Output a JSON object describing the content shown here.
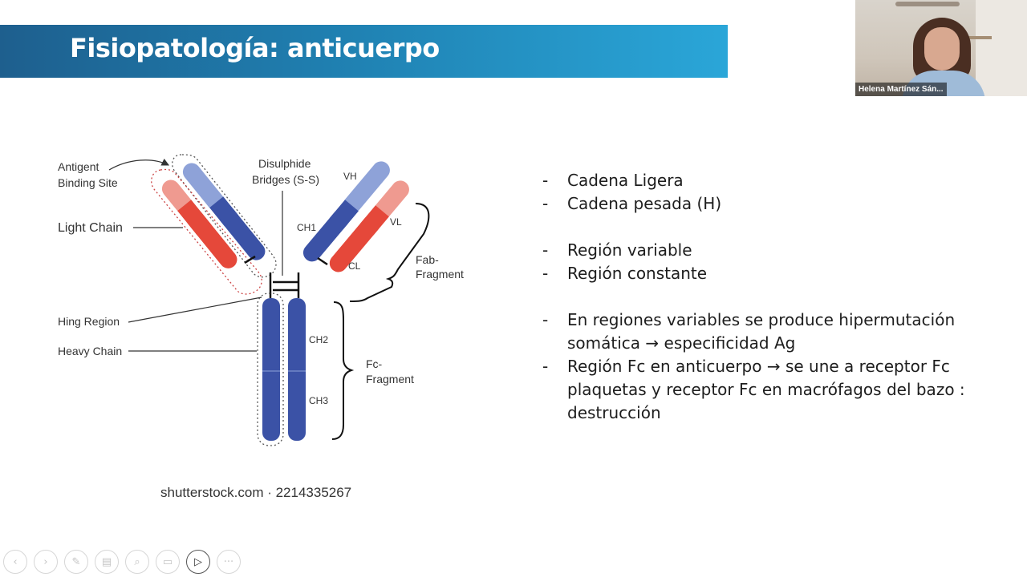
{
  "slide": {
    "title": "Fisiopatología: anticuerpo",
    "bullets": [
      {
        "text": "Cadena Ligera"
      },
      {
        "text": "Cadena pesada (H)"
      },
      {
        "text": "Región variable"
      },
      {
        "text": "Región constante"
      },
      {
        "text": "En regiones variables se produce hipermutación somática → especificidad Ag"
      },
      {
        "text": "Región Fc en anticuerpo → se une a receptor Fc plaquetas y receptor Fc en macrófagos del bazo : destrucción"
      }
    ],
    "bullet_dash": "-"
  },
  "participant": {
    "name": "Helena Martínez Sán..."
  },
  "diagram": {
    "labels": {
      "antigen_binding_site_1": "Antigent",
      "antigen_binding_site_2": "Binding Site",
      "disulphide_1": "Disulphide",
      "disulphide_2": "Bridges (S-S)",
      "light_chain": "Light Chain",
      "hinge_region": "Hing Region",
      "heavy_chain": "Heavy Chain",
      "vh": "VH",
      "vl": "VL",
      "ch1": "CH1",
      "cl": "CL",
      "ch2": "CH2",
      "ch3": "CH3",
      "fab_1": "Fab-",
      "fab_2": "Fragment",
      "fc_1": "Fc-",
      "fc_2": "Fragment",
      "watermark": "shutterstock.com · 2214335267"
    },
    "colors": {
      "heavy_dark": "#3b52a6",
      "heavy_light": "#8ea2d8",
      "light_dark": "#e5483a",
      "light_light": "#ef9a90",
      "title_bar": "#1f7fb0"
    }
  },
  "toolbar": {
    "items": [
      {
        "icon": "previous-icon",
        "glyph": "‹"
      },
      {
        "icon": "next-icon",
        "glyph": "›"
      },
      {
        "icon": "pen-icon",
        "glyph": "✎"
      },
      {
        "icon": "slides-icon",
        "glyph": "▤"
      },
      {
        "icon": "zoom-icon",
        "glyph": "⌕"
      },
      {
        "icon": "subtitles-icon",
        "glyph": "▭"
      },
      {
        "icon": "camera-icon",
        "glyph": "▷"
      },
      {
        "icon": "more-icon",
        "glyph": "···"
      }
    ]
  }
}
